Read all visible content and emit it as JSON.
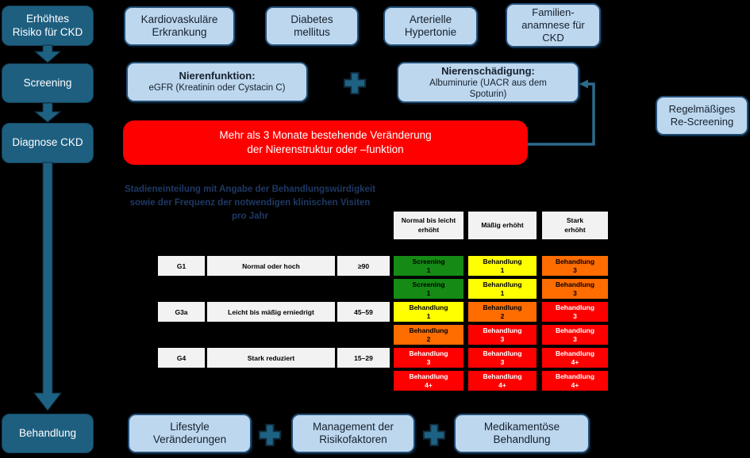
{
  "palette": {
    "background": "#000000",
    "flow_box": "#1E5F80",
    "light_box_fill": "#BDD7EE",
    "light_box_border": "#224F77",
    "banner_red": "#FF0000",
    "heading_navy": "#1F3864",
    "table_gray": "#F2F2F2",
    "cell_green": "#158A15",
    "cell_yellow": "#FFFF00",
    "cell_orange": "#FF6C00",
    "cell_red": "#FF0000",
    "connector": "#2C6A8C"
  },
  "flow": {
    "risk": "Erhöhtes\nRisiko für CKD",
    "screening": "Screening",
    "diagnose": "Diagnose CKD",
    "behandlung": "Behandlung"
  },
  "risk_factors": {
    "kardio": "Kardiovaskuläre\nErkrankung",
    "diabetes": "Diabetes\nmellitus",
    "hypertonie": "Arterielle\nHypertonie",
    "familie": "Familien-\nanamnese für\nCKD"
  },
  "screening_row": {
    "funktion_title": "Nierenfunktion:",
    "funktion_sub": "eGFR (Kreatinin oder Cystacin C)",
    "plus": "+",
    "schaedigung_title": "Nierenschädigung:",
    "schaedigung_sub": "Albuminurie (UACR aus dem\nSpoturin)"
  },
  "rescreening_label": "Regelmäßiges\nRe-Screening",
  "diagnosis_banner": "Mehr als 3 Monate bestehende Veränderung\nder Nierenstruktur oder –funktion",
  "staging": {
    "heading": "Stadieneinteilung mit Angabe der Behandlungswürdigkeit\nsowie der Frequenz der notwendigen klinischen Visiten\npro Jahr",
    "albuminuria_headers": [
      "Normal bis leicht\nerhöht",
      "Mäßig erhöht",
      "Stark\nerhöht"
    ],
    "gfr_rows": [
      {
        "stage": "G1",
        "desc": "Normal oder hoch",
        "range": "≥90"
      },
      {
        "stage": "G3a",
        "desc": "Leicht bis mäßig erniedrigt",
        "range": "45–59"
      },
      {
        "stage": "G4",
        "desc": "Stark reduziert",
        "range": "15–29"
      }
    ],
    "grid_cells": [
      {
        "label": "Screening",
        "value": "1",
        "level": "green"
      },
      {
        "label": "Behandlung",
        "value": "1",
        "level": "yellow"
      },
      {
        "label": "Behandlung",
        "value": "3",
        "level": "orange"
      },
      {
        "label": "Screening",
        "value": "1",
        "level": "green"
      },
      {
        "label": "Behandlung",
        "value": "1",
        "level": "yellow"
      },
      {
        "label": "Behandlung",
        "value": "3",
        "level": "orange"
      },
      {
        "label": "Behandlung",
        "value": "1",
        "level": "yellow"
      },
      {
        "label": "Behandlung",
        "value": "2",
        "level": "orange"
      },
      {
        "label": "Behandlung",
        "value": "3",
        "level": "red"
      },
      {
        "label": "Behandlung",
        "value": "2",
        "level": "orange"
      },
      {
        "label": "Behandlung",
        "value": "3",
        "level": "red"
      },
      {
        "label": "Behandlung",
        "value": "3",
        "level": "red"
      },
      {
        "label": "Behandlung",
        "value": "3",
        "level": "red"
      },
      {
        "label": "Behandlung",
        "value": "3",
        "level": "red"
      },
      {
        "label": "Behandlung",
        "value": "4+",
        "level": "red"
      },
      {
        "label": "Behandlung",
        "value": "4+",
        "level": "red"
      },
      {
        "label": "Behandlung",
        "value": "4+",
        "level": "red"
      },
      {
        "label": "Behandlung",
        "value": "4+",
        "level": "red"
      }
    ]
  },
  "treatment_row": {
    "lifestyle": "Lifestyle\nVeränderungen",
    "plus1": "+",
    "management": "Management der\nRisikofaktoren",
    "plus2": "+",
    "medikamentoes": "Medikamentöse\nBehandlung"
  }
}
